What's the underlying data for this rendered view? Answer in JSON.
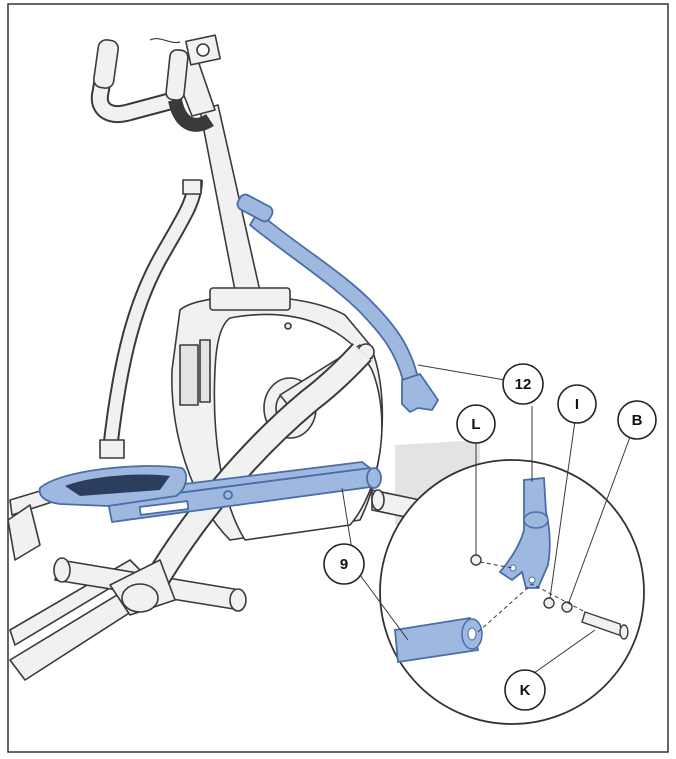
{
  "colors": {
    "frame_border": "#333333",
    "line": "#3a3a3a",
    "part_fill": "#9fb8df",
    "part_stroke": "#4a6ea8",
    "frame_fill": "#f1f1f1",
    "shadow_fill": "#e3e3e3"
  },
  "callouts": {
    "part_12": "12",
    "part_9": "9",
    "part_L": "L",
    "part_I": "I",
    "part_B": "B",
    "part_K": "K"
  }
}
